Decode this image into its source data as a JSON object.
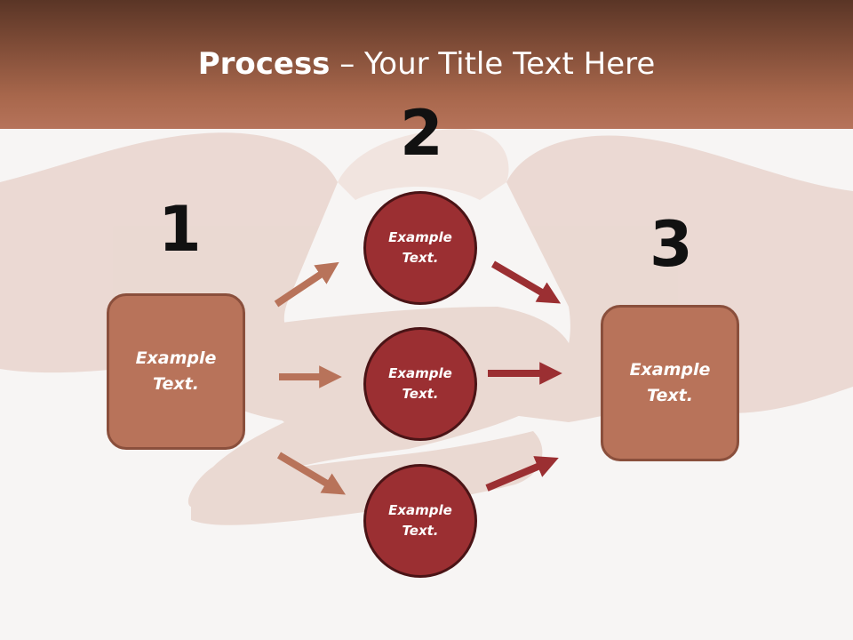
{
  "header": {
    "title_bold": "Process",
    "title_rest": " – Your Title Text Here"
  },
  "steps": {
    "step1_number": "1",
    "step2_number": "2",
    "step3_number": "3"
  },
  "boxes": {
    "left_label": "Example\nText.",
    "right_label": "Example\nText."
  },
  "circles": {
    "top_label": "Example\nText.",
    "middle_label": "Example\nText.",
    "bottom_label": "Example\nText."
  },
  "colors": {
    "header_dark": "#5a3526",
    "header_light": "#b6735a",
    "box_fill": "#b8735a",
    "circle_fill": "#9b2f32",
    "arrow_light": "#b8735a",
    "arrow_dark": "#9b2f32"
  }
}
